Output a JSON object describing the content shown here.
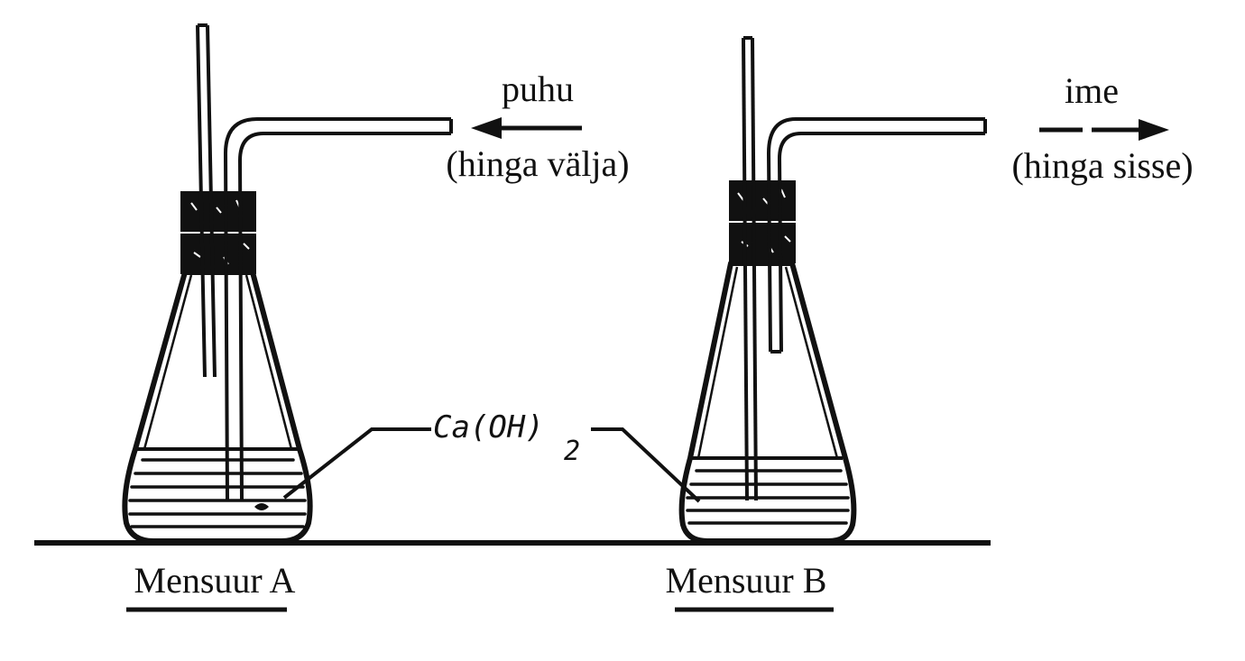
{
  "labels": {
    "blow": "puhu",
    "blow_sub": "(hinga välja)",
    "suck": "ime",
    "suck_sub": "(hinga sisse)",
    "chemical": "Ca(OH)",
    "chemical_subscript": "2",
    "flask_a": "Mensuur A",
    "flask_b": "Mensuur B"
  },
  "colors": {
    "ink": "#111111",
    "background": "#ffffff"
  }
}
